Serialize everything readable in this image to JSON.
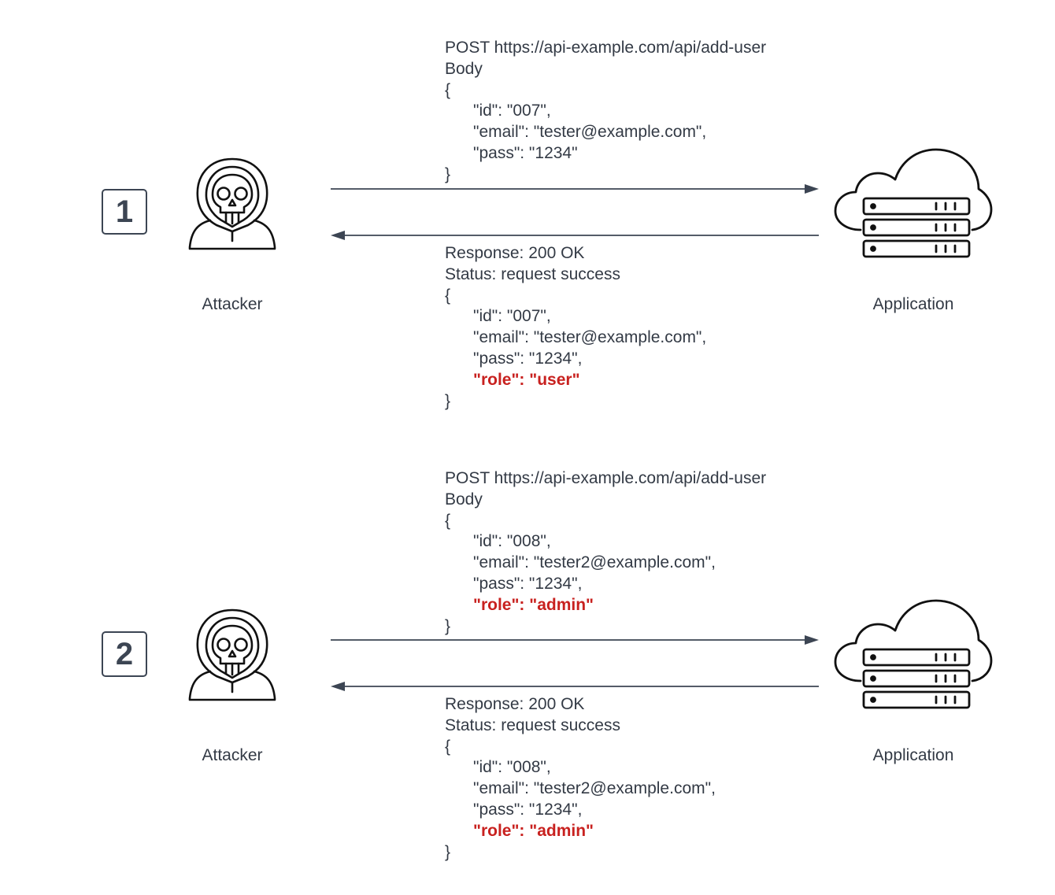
{
  "scenes": [
    {
      "step": "1",
      "attacker_label": "Attacker",
      "application_label": "Application",
      "request": {
        "method_url": "POST https://api-example.com/api/add-user",
        "body_label": "Body",
        "open_brace": "{",
        "fields": [
          "\"id\": \"007\",",
          "\"email\": \"tester@example.com\",",
          "\"pass\": \"1234\""
        ],
        "highlight_field": "",
        "close_brace": "}"
      },
      "response": {
        "status_line": "Response: 200 OK",
        "status_text": "Status: request success",
        "open_brace": "{",
        "fields": [
          "\"id\": \"007\",",
          "\"email\": \"tester@example.com\",",
          "\"pass\": \"1234\","
        ],
        "highlight_field": "\"role\": \"user\"",
        "close_brace": "}"
      }
    },
    {
      "step": "2",
      "attacker_label": "Attacker",
      "application_label": "Application",
      "request": {
        "method_url": "POST https://api-example.com/api/add-user",
        "body_label": "Body",
        "open_brace": "{",
        "fields": [
          "\"id\": \"008\",",
          "\"email\": \"tester2@example.com\",",
          "\"pass\": \"1234\","
        ],
        "highlight_field": "\"role\": \"admin\"",
        "close_brace": "}"
      },
      "response": {
        "status_line": "Response: 200 OK",
        "status_text": "Status: request success",
        "open_brace": "{",
        "fields": [
          "\"id\": \"008\",",
          "\"email\": \"tester2@example.com\",",
          "\"pass\": \"1234\","
        ],
        "highlight_field": "\"role\": \"admin\"",
        "close_brace": "}"
      }
    }
  ],
  "icons": {
    "attacker": "hooded-skull-icon",
    "application": "cloud-server-icon"
  },
  "colors": {
    "text": "#333a45",
    "line": "#3c4553",
    "highlight": "#c8211f"
  }
}
